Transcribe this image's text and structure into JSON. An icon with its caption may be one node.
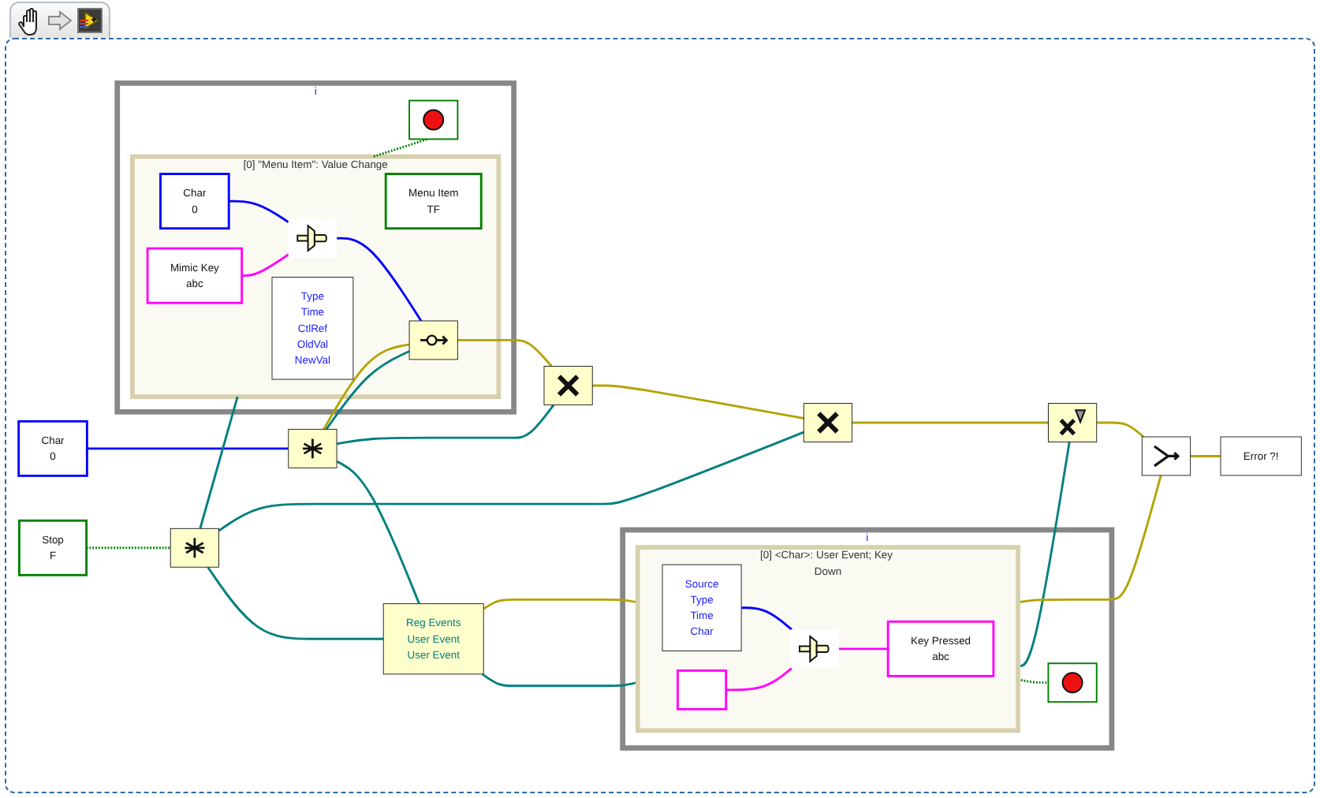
{
  "diagram": {
    "nodes": [
      {
        "text": [
          "i"
        ]
      },
      {
        "text": [
          "[0] <Char>: User Event; Key Down"
        ],
        "in": 0
      },
      {
        "text": [
          "Source",
          "Type",
          "Time",
          "Char"
        ],
        "in": 1
      },
      {
        "text": [],
        "shape": "box",
        "in": 1
      },
      {
        "text": [],
        "shape": "picture",
        "in": 1
      },
      {
        "text": [
          "Key Pressed",
          "abc"
        ],
        "in": 1
      },
      {
        "text": [],
        "shape": "picture",
        "in": 0
      },
      {
        "text": [
          "Reg Events",
          "User Event",
          "User Event"
        ]
      },
      {
        "text": [
          "i"
        ]
      },
      {
        "text": [
          "[0] \"Menu Item\": Value Change"
        ],
        "in": 8
      },
      {
        "text": [
          "Type",
          "Time",
          "CtlRef",
          "OldVal",
          "NewVal"
        ],
        "in": 9
      },
      {
        "text": [
          "Menu Item",
          "TF"
        ],
        "in": 9
      },
      {
        "text": [
          "Char",
          "0"
        ],
        "in": 9
      },
      {
        "text": [
          "Mimic Key",
          "abc"
        ],
        "in": 9
      },
      {
        "text": [],
        "shape": "picture",
        "in": 9
      },
      {
        "text": [],
        "shape": "picture",
        "in": 9
      },
      {
        "text": [],
        "shape": "picture",
        "in": 8
      },
      {
        "text": [
          "Stop",
          "F"
        ]
      },
      {
        "text": [],
        "shape": "picture"
      },
      {
        "text": [
          "Char",
          "0"
        ]
      },
      {
        "text": [],
        "shape": "picture"
      },
      {
        "text": [],
        "shape": "picture"
      },
      {
        "text": [],
        "shape": "picture"
      },
      {
        "text": [],
        "shape": "picture"
      },
      {
        "text": [],
        "shape": "picture"
      },
      {
        "text": [
          "Error ?!"
        ]
      }
    ],
    "edges": [
      {
        "from": 17,
        "to": 18,
        "arrow": "none",
        "style": "dashed",
        "color": "#008000"
      },
      {
        "from": 19,
        "to": 20,
        "arrow": "none",
        "color": "#0000ff"
      },
      {
        "from": 20,
        "to": 7,
        "arrow": "none",
        "color": "#007f7f"
      },
      {
        "from": 18,
        "to": 7,
        "arrow": "none",
        "color": "#007f7f"
      },
      {
        "from": 7,
        "to": 1,
        "arrow": "none",
        "color": "#007f7f"
      },
      {
        "from": 7,
        "to": 1,
        "arrow": "none",
        "color": "#b3a300"
      },
      {
        "from": 2,
        "to": 4,
        "arrow": "none",
        "color": "#0000ff"
      },
      {
        "from": 3,
        "to": 4,
        "arrow": "none",
        "color": "#ff00ff"
      },
      {
        "from": 4,
        "to": 5,
        "arrow": "none",
        "color": "#ff00ff"
      },
      {
        "from": 1,
        "to": 6,
        "arrow": "none",
        "style": "dashed",
        "color": "#008000"
      },
      {
        "from": 1,
        "to": 23,
        "arrow": "none",
        "color": "#007f7f"
      },
      {
        "from": 1,
        "to": 24,
        "arrow": "none",
        "color": "#b3a300"
      },
      {
        "from": 18,
        "to": 9,
        "arrow": "none",
        "color": "#007f7f"
      },
      {
        "from": 18,
        "to": 22,
        "arrow": "none",
        "color": "#007f7f"
      },
      {
        "from": 20,
        "to": 15,
        "arrow": "none",
        "color": "#007f7f"
      },
      {
        "from": 20,
        "to": 21,
        "arrow": "none",
        "color": "#007f7f"
      },
      {
        "from": 20,
        "to": 15,
        "arrow": "none",
        "color": "#b3a300"
      },
      {
        "from": 12,
        "to": 14,
        "arrow": "none",
        "color": "#0000ff"
      },
      {
        "from": 13,
        "to": 14,
        "arrow": "none",
        "color": "#ff00ff"
      },
      {
        "from": 14,
        "to": 15,
        "arrow": "none",
        "color": "#0000ff"
      },
      {
        "from": 9,
        "to": 16,
        "arrow": "none",
        "style": "dashed",
        "color": "#008000"
      },
      {
        "from": 15,
        "to": 21,
        "arrow": "none",
        "color": "#b3a300"
      },
      {
        "from": 21,
        "to": 22,
        "arrow": "none",
        "color": "#b3a300"
      },
      {
        "from": 22,
        "to": 23,
        "arrow": "none",
        "color": "#b3a300"
      },
      {
        "from": 23,
        "to": 24,
        "arrow": "none",
        "color": "#b3a300"
      },
      {
        "from": 24,
        "to": 25,
        "arrow": "none",
        "color": "#b3a300"
      }
    ]
  }
}
